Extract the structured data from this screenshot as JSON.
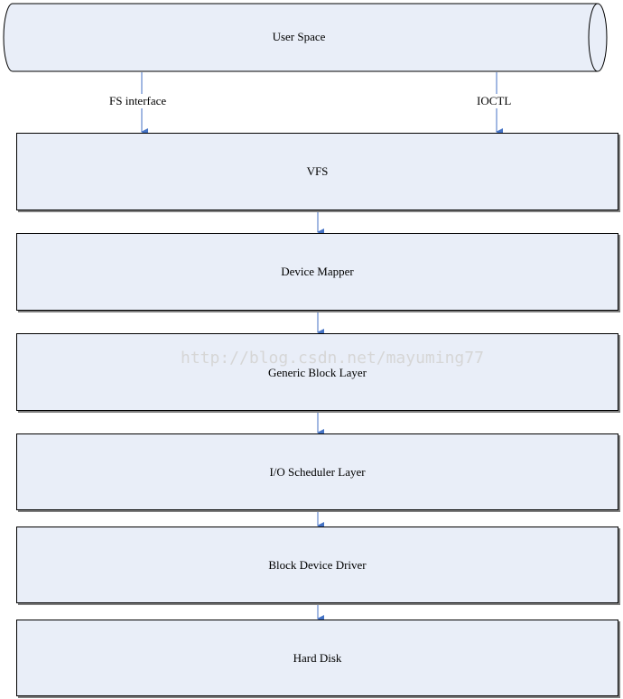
{
  "top": {
    "user_space": "User Space"
  },
  "connectors": {
    "fs_interface": "FS interface",
    "ioctl": "IOCTL"
  },
  "layers": [
    "VFS",
    "Device Mapper",
    "Generic Block Layer",
    "I/O Scheduler Layer",
    "Block Device Driver",
    "Hard Disk"
  ],
  "watermark": "http://blog.csdn.net/mayuming77",
  "colors": {
    "box_fill": "#e9eef8",
    "box_border": "#000000",
    "shadow": "#7f7f7f",
    "arrow": "#4472c4",
    "watermark": "#d6d6d6"
  }
}
